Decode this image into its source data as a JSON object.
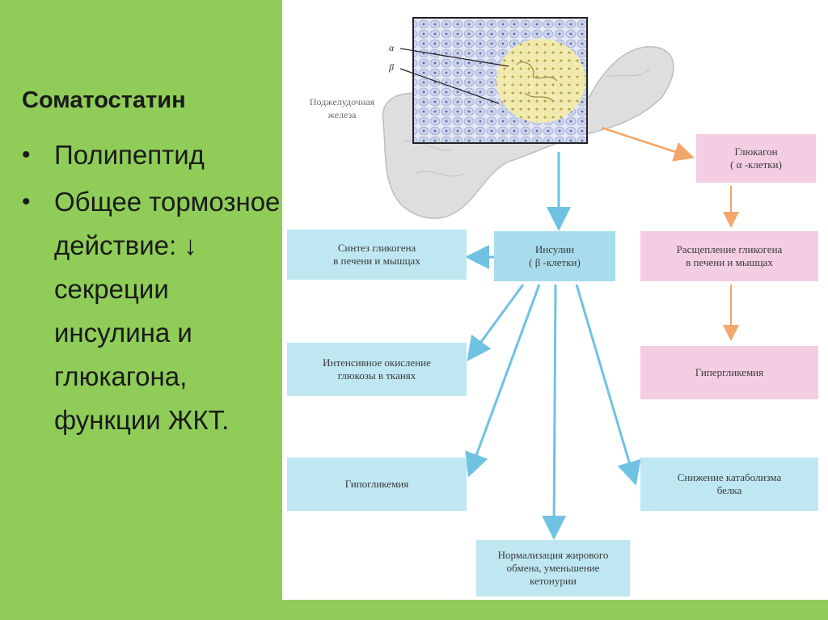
{
  "slide": {
    "title": "Соматостатин",
    "bullets": [
      {
        "text": "Полипептид"
      },
      {
        "text": "Общее тормозное действие: ↓ секреции инсулина и глюкагона, функции ЖКТ."
      }
    ]
  },
  "figure": {
    "pancreas_label": "Поджелудочная\nжелеза",
    "alpha_label": "α",
    "beta_label": "β",
    "boxes": {
      "glucagon": "Глюкагон\n( α -клетки)",
      "insulin": "Инсулин\n( β -клетки)",
      "glycogen_synthesis": "Синтез гликогена\nв печени и мышцах",
      "glycogen_breakdown": "Расщепление гликогена\nв печени и мышцах",
      "glucose_oxidation": "Интенсивное окисление\nглюкозы в тканях",
      "hyperglycemia": "Гипергликемия",
      "hypoglycemia": "Гипогликемия",
      "catabolism": "Снижение катаболизма\nбелка",
      "fat_metabolism": "Нормализация жирового\nобмена, уменьшение\nкетонурии"
    },
    "colors": {
      "blue_box": "#bfe7f2",
      "pink_box": "#f3cde2",
      "blue_arrow": "#6fc2e2",
      "orange_arrow": "#f2a66a",
      "green_background": "#8fcd58"
    }
  }
}
